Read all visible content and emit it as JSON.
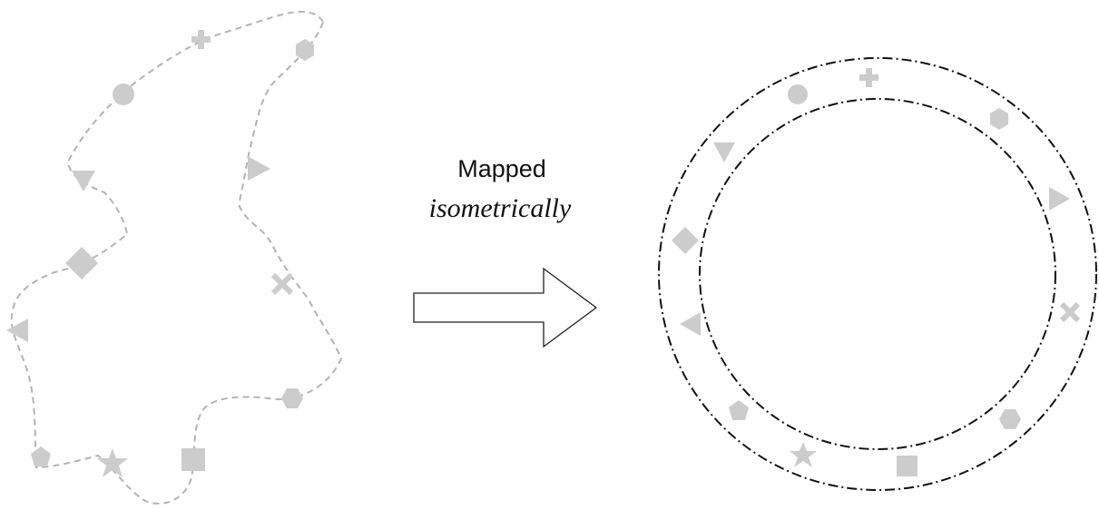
{
  "caption": {
    "line1": "Mapped",
    "line2": "isometrically"
  },
  "colors": {
    "marker": "#cccccc",
    "outline": "#b3b3b3",
    "ring": "#111111",
    "arrow_stroke": "#222222"
  },
  "markers": [
    "plus-marker",
    "hexagon-marker",
    "circle-marker",
    "down-triangle-marker",
    "right-triangle-marker",
    "diamond-marker",
    "x-marker",
    "left-triangle-marker",
    "pentagon-marker",
    "star-marker",
    "square-marker"
  ]
}
